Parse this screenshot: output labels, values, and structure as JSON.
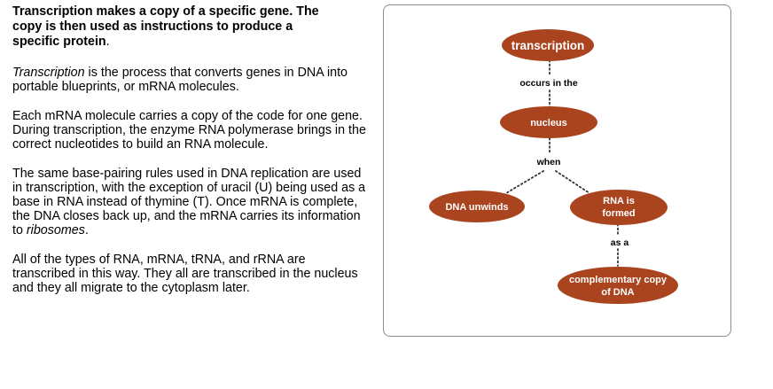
{
  "text": {
    "heading_line1": "Transcription makes a copy of a specific gene. The",
    "heading_line2": "copy is then used as instructions to produce a",
    "heading_line3": "specific protein",
    "heading_period": ".",
    "p1_em": "Transcription",
    "p1_rest": " is the process that converts genes in DNA into portable blueprints, or mRNA molecules.",
    "p2": "Each mRNA molecule carries a copy of the code for one gene. During transcription, the enzyme RNA polymerase brings in the correct nucleotides to build an RNA molecule.",
    "p3_main": "The same base-pairing rules used in DNA replication are used in transcription, with the exception of uracil (U) being used as a base in RNA instead of thymine (T). Once mRNA is complete, the DNA closes back up, and the mRNA carries its information to ",
    "p3_em": "ribosomes",
    "p3_end": ".",
    "p4": "All of the types of RNA, mRNA, tRNA, and rRNA are transcribed in this way. They all are transcribed in the nucleus and they all migrate to the cytoplasm later."
  },
  "concept_map": {
    "node_color": "#a9441f",
    "nodes": {
      "transcription": "transcription",
      "nucleus": "nucleus",
      "dna_unwinds": "DNA unwinds",
      "rna_formed_line1": "RNA is",
      "rna_formed_line2": "formed",
      "copy_line1": "complementary copy",
      "copy_line2": "of DNA"
    },
    "links": {
      "occurs_in_the": "occurs in the",
      "when": "when",
      "as_a": "as a"
    }
  }
}
